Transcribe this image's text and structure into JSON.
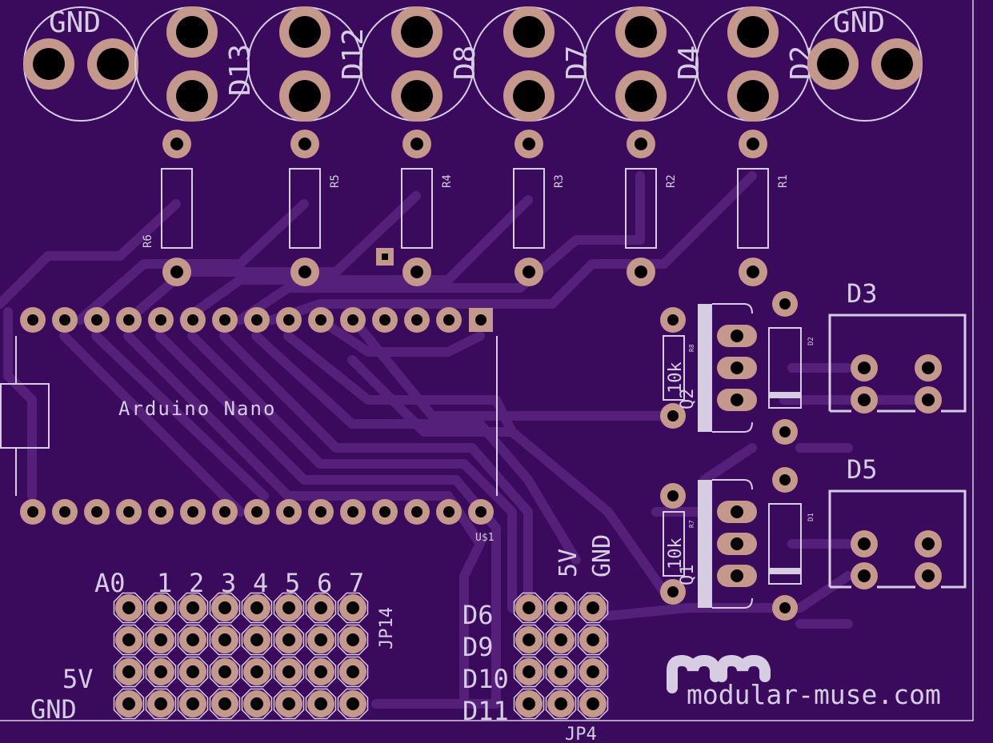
{
  "board": {
    "background_color": "#3a0a5c",
    "pad_color": "#c4988a",
    "hole_color": "#000000",
    "silk_color": "#d7cde3",
    "trace_color": "#55207a"
  },
  "connectors_top": [
    "GND",
    "D13",
    "D12",
    "D8",
    "D7",
    "D4",
    "D2",
    "GND"
  ],
  "resistors_top": [
    "R6",
    "R5",
    "R4",
    "R3",
    "R2",
    "R1"
  ],
  "arduino": {
    "label": "Arduino Nano",
    "ref": "U$1"
  },
  "driver_upper": {
    "resistor_value": "10k",
    "resistor_ref": "R8",
    "transistor_ref": "Q2",
    "diode_ref": "D2",
    "connector_label": "D3"
  },
  "driver_lower": {
    "resistor_value": "10k",
    "resistor_ref": "R7",
    "transistor_ref": "Q1",
    "diode_ref": "D1",
    "connector_label": "D5"
  },
  "analog_header": {
    "ref": "JP14",
    "column_labels": [
      "A0",
      "1",
      "2",
      "3",
      "4",
      "5",
      "6",
      "7"
    ],
    "row_labels": [
      "5V",
      "GND"
    ]
  },
  "digital_header": {
    "ref": "JP4",
    "column_labels": [
      "5V",
      "GND"
    ],
    "row_labels": [
      "D6",
      "D9",
      "D10",
      "D11"
    ]
  },
  "brand": {
    "text": "modular-muse.com",
    "logo_icon": "mm-logo-icon"
  }
}
